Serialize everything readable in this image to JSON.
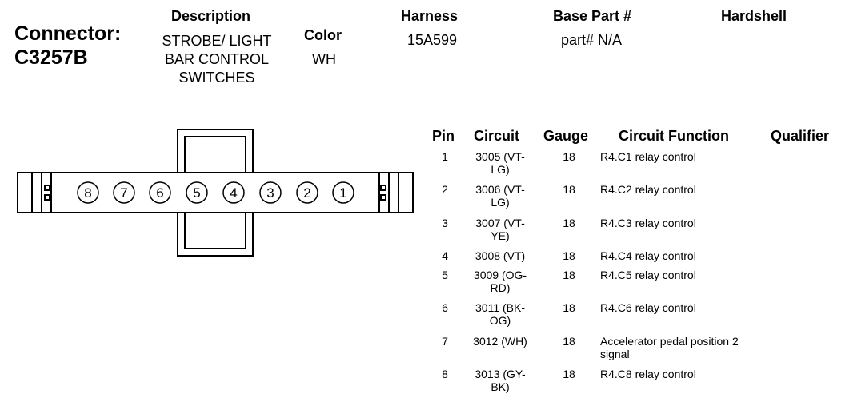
{
  "header": {
    "connector_label": "Connector:",
    "connector_id": "C3257B",
    "description_label": "Description",
    "description_lines": [
      "STROBE/ LIGHT",
      "BAR CONTROL",
      "SWITCHES"
    ],
    "color_label": "Color",
    "color_value": "WH",
    "harness_label": "Harness",
    "harness_value": "15A599",
    "base_part_label": "Base Part #",
    "base_part_value": "part# N/A",
    "hardshell_label": "Hardshell"
  },
  "table": {
    "columns": [
      "Pin",
      "Circuit",
      "Gauge",
      "Circuit Function",
      "Qualifier"
    ],
    "rows": [
      {
        "pin": "1",
        "circuit": [
          "3005 (VT-",
          "LG)"
        ],
        "gauge": "18",
        "function": [
          "R4.C1 relay control"
        ]
      },
      {
        "pin": "2",
        "circuit": [
          "3006 (VT-",
          "LG)"
        ],
        "gauge": "18",
        "function": [
          "R4.C2 relay control"
        ]
      },
      {
        "pin": "3",
        "circuit": [
          "3007 (VT-",
          "YE)"
        ],
        "gauge": "18",
        "function": [
          "R4.C3 relay control"
        ]
      },
      {
        "pin": "4",
        "circuit": [
          "3008 (VT)"
        ],
        "gauge": "18",
        "function": [
          "R4.C4 relay control"
        ]
      },
      {
        "pin": "5",
        "circuit": [
          "3009 (OG-",
          "RD)"
        ],
        "gauge": "18",
        "function": [
          "R4.C5 relay control"
        ]
      },
      {
        "pin": "6",
        "circuit": [
          "3011 (BK-",
          "OG)"
        ],
        "gauge": "18",
        "function": [
          "R4.C6 relay control"
        ]
      },
      {
        "pin": "7",
        "circuit": [
          "3012 (WH)"
        ],
        "gauge": "18",
        "function": [
          "Accelerator pedal position 2",
          "signal"
        ]
      },
      {
        "pin": "8",
        "circuit": [
          "3013 (GY-",
          "BK)"
        ],
        "gauge": "18",
        "function": [
          "R4.C8 relay control"
        ]
      }
    ]
  },
  "diagram": {
    "pin_labels": [
      "8",
      "7",
      "6",
      "5",
      "4",
      "3",
      "2",
      "1"
    ]
  }
}
